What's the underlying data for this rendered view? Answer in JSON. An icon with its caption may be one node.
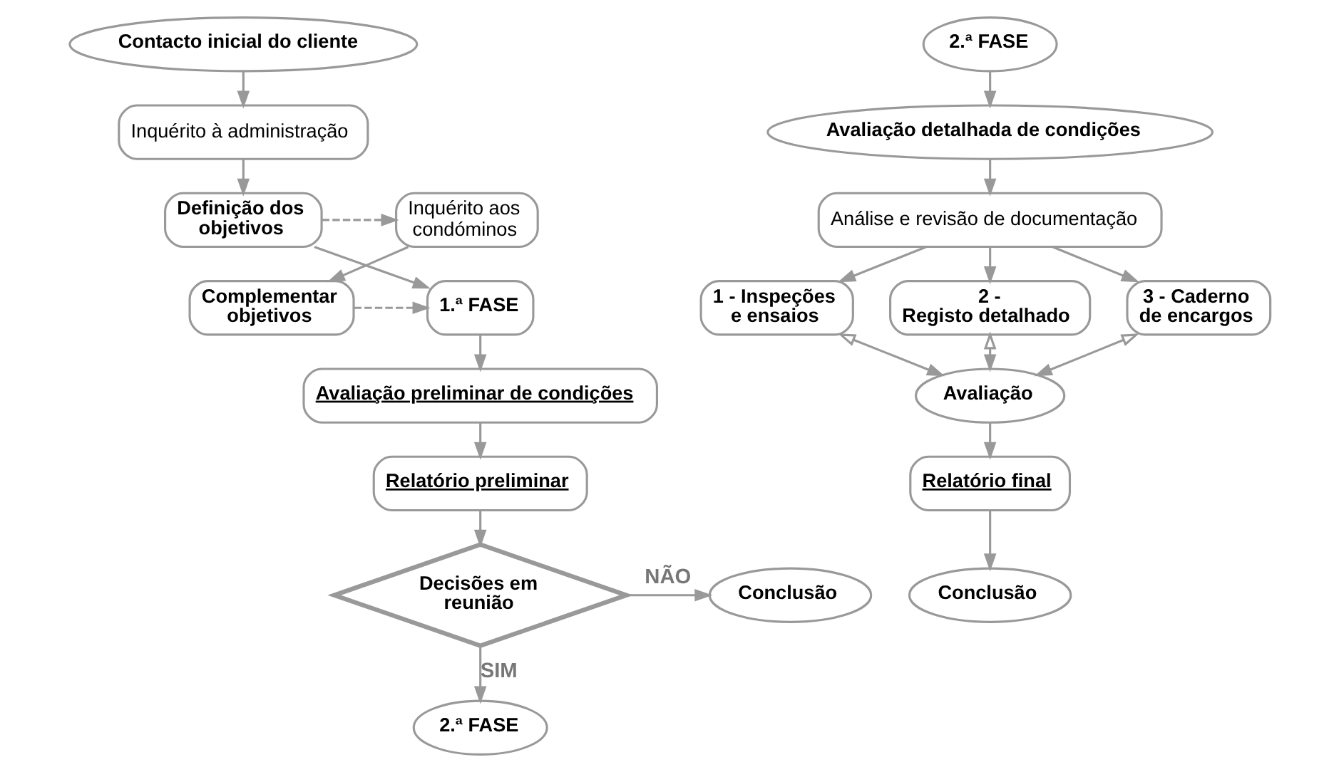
{
  "diagram": {
    "nodes": [
      {
        "text": [
          "Contacto inicial do cliente"
        ]
      },
      {
        "text": [
          "Inquérito à administração"
        ]
      },
      {
        "text": [
          "Definição dos objetivos"
        ]
      },
      {
        "text": [
          "Inquérito aos condóminos"
        ]
      },
      {
        "text": [
          "1.ª FASE"
        ]
      },
      {
        "text": [
          "Complementar objetivos"
        ]
      },
      {
        "text": [
          "Avaliação preliminar de condições"
        ]
      },
      {
        "text": [
          "Relatório preliminar"
        ]
      },
      {
        "text": [
          "Decisões em reunião"
        ]
      },
      {
        "text": [
          "Conclusão"
        ]
      },
      {
        "text": [
          "2.ª FASE"
        ]
      },
      {
        "text": [
          "2.ª FASE"
        ]
      },
      {
        "text": [
          "Avaliação detalhada de condições"
        ]
      },
      {
        "text": [
          "Análise e revisão de documentação"
        ]
      },
      {
        "text": [
          "1 - Inspeções e ensaios"
        ]
      },
      {
        "text": [
          "2 - Registo detalhado"
        ]
      },
      {
        "text": [
          "3 - Caderno de encargos"
        ]
      },
      {
        "text": [
          "Avaliação"
        ]
      },
      {
        "text": [
          "Relatório final"
        ]
      },
      {
        "text": [
          "Conclusão"
        ]
      }
    ],
    "edges": [
      {
        "from": 0,
        "to": 1,
        "arrow": "to"
      },
      {
        "from": 1,
        "to": 2,
        "arrow": "to"
      },
      {
        "from": 2,
        "to": 3,
        "arrow": "to",
        "style": "dashed"
      },
      {
        "from": 3,
        "to": 5,
        "arrow": "to"
      },
      {
        "from": 5,
        "to": 4,
        "arrow": "to",
        "style": "dashed"
      },
      {
        "from": 2,
        "to": 4,
        "arrow": "to"
      },
      {
        "from": 4,
        "to": 6,
        "arrow": "to"
      },
      {
        "from": 6,
        "to": 7,
        "arrow": "to"
      },
      {
        "from": 7,
        "to": 8,
        "arrow": "to"
      },
      {
        "from": 8,
        "to": 9,
        "arrow": "to",
        "label": "NÃO"
      },
      {
        "from": 8,
        "to": 10,
        "arrow": "to",
        "label": "SIM"
      },
      {
        "from": 11,
        "to": 12,
        "arrow": "to"
      },
      {
        "from": 12,
        "to": 13,
        "arrow": "to"
      },
      {
        "from": 13,
        "to": 14,
        "arrow": "to"
      },
      {
        "from": 13,
        "to": 15,
        "arrow": "to"
      },
      {
        "from": 13,
        "to": 16,
        "arrow": "to"
      },
      {
        "from": 14,
        "to": 17,
        "arrow": "both"
      },
      {
        "from": 15,
        "to": 17,
        "arrow": "both"
      },
      {
        "from": 16,
        "to": 17,
        "arrow": "both"
      },
      {
        "from": 17,
        "to": 18,
        "arrow": "to"
      },
      {
        "from": 18,
        "to": 19,
        "arrow": "to"
      }
    ]
  }
}
